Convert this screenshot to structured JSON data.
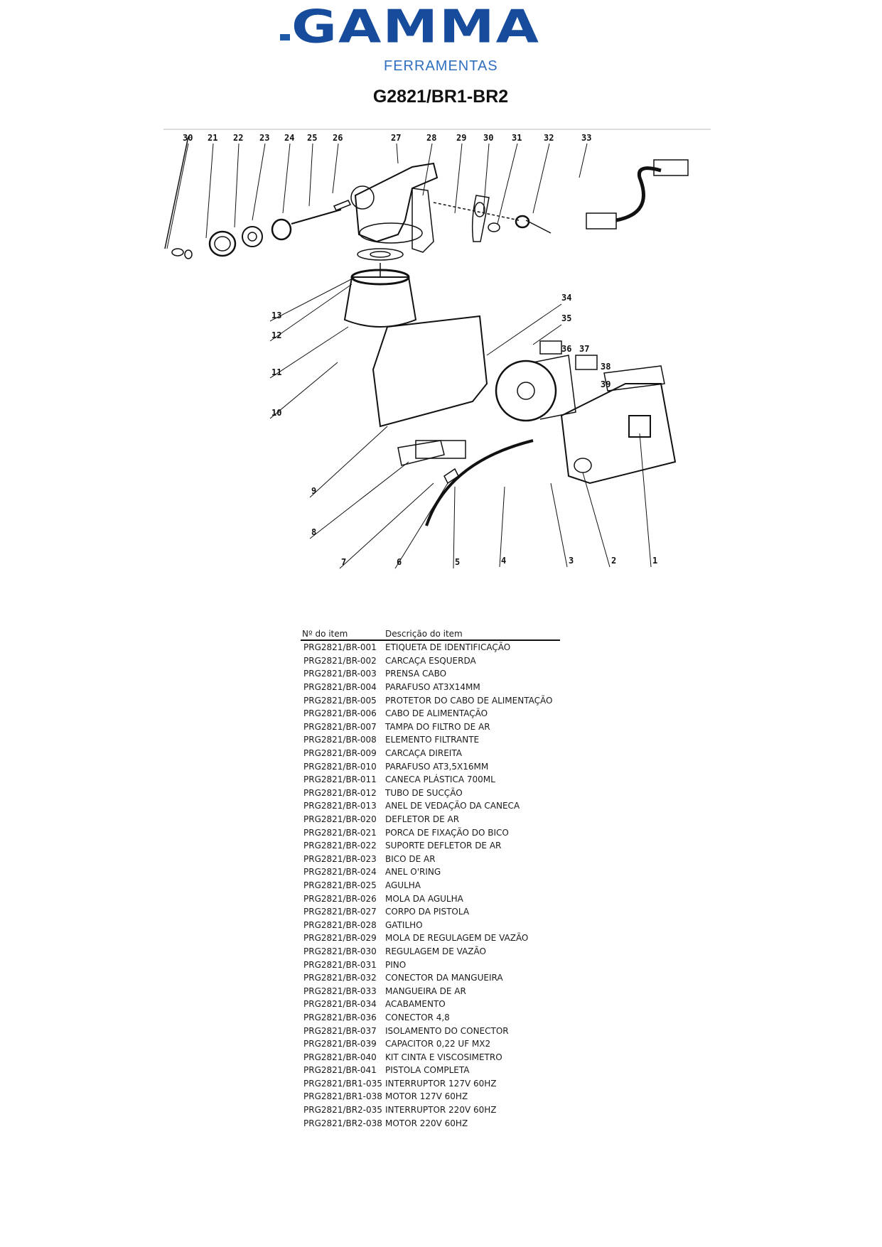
{
  "brand": {
    "name": "GAMMA",
    "subtitle": "FERRAMENTAS",
    "color": "#174c9c"
  },
  "model": "G2821/BR1-BR2",
  "diagram": {
    "callouts": [
      "30",
      "21",
      "22",
      "23",
      "24",
      "25",
      "26",
      "27",
      "28",
      "29",
      "30",
      "31",
      "32",
      "33",
      "13",
      "12",
      "11",
      "10",
      "9",
      "8",
      "7",
      "6",
      "5",
      "4",
      "3",
      "2",
      "1",
      "34",
      "35",
      "36",
      "37",
      "38",
      "39"
    ]
  },
  "table": {
    "header": {
      "item_no": "Nº do item",
      "description": "Descrição do item"
    },
    "rows": [
      {
        "code": "PRG2821/BR-001",
        "desc": "ETIQUETA DE IDENTIFICAÇÃO"
      },
      {
        "code": "PRG2821/BR-002",
        "desc": "CARCAÇA ESQUERDA"
      },
      {
        "code": "PRG2821/BR-003",
        "desc": "PRENSA CABO"
      },
      {
        "code": "PRG2821/BR-004",
        "desc": "PARAFUSO AT3X14MM"
      },
      {
        "code": "PRG2821/BR-005",
        "desc": "PROTETOR DO CABO DE ALIMENTAÇÃO"
      },
      {
        "code": "PRG2821/BR-006",
        "desc": "CABO DE ALIMENTAÇÃO"
      },
      {
        "code": "PRG2821/BR-007",
        "desc": "TAMPA DO FILTRO DE AR"
      },
      {
        "code": "PRG2821/BR-008",
        "desc": "ELEMENTO FILTRANTE"
      },
      {
        "code": "PRG2821/BR-009",
        "desc": "CARCAÇA DIREITA"
      },
      {
        "code": "PRG2821/BR-010",
        "desc": "PARAFUSO AT3,5X16MM"
      },
      {
        "code": "PRG2821/BR-011",
        "desc": "CANECA PLÁSTICA 700ML"
      },
      {
        "code": "PRG2821/BR-012",
        "desc": "TUBO DE SUCÇÃO"
      },
      {
        "code": "PRG2821/BR-013",
        "desc": "ANEL DE VEDAÇÃO DA CANECA"
      },
      {
        "code": "PRG2821/BR-020",
        "desc": "DEFLETOR DE AR"
      },
      {
        "code": "PRG2821/BR-021",
        "desc": "PORCA DE FIXAÇÃO DO BICO"
      },
      {
        "code": "PRG2821/BR-022",
        "desc": "SUPORTE DEFLETOR DE AR"
      },
      {
        "code": "PRG2821/BR-023",
        "desc": "BICO DE AR"
      },
      {
        "code": "PRG2821/BR-024",
        "desc": "ANEL O'RING"
      },
      {
        "code": "PRG2821/BR-025",
        "desc": "AGULHA"
      },
      {
        "code": "PRG2821/BR-026",
        "desc": "MOLA DA AGULHA"
      },
      {
        "code": "PRG2821/BR-027",
        "desc": "CORPO DA PISTOLA"
      },
      {
        "code": "PRG2821/BR-028",
        "desc": "GATILHO"
      },
      {
        "code": "PRG2821/BR-029",
        "desc": "MOLA DE REGULAGEM DE VAZÃO"
      },
      {
        "code": "PRG2821/BR-030",
        "desc": "REGULAGEM DE VAZÃO"
      },
      {
        "code": "PRG2821/BR-031",
        "desc": "PINO"
      },
      {
        "code": "PRG2821/BR-032",
        "desc": "CONECTOR DA MANGUEIRA"
      },
      {
        "code": "PRG2821/BR-033",
        "desc": "MANGUEIRA DE AR"
      },
      {
        "code": "PRG2821/BR-034",
        "desc": "ACABAMENTO"
      },
      {
        "code": "PRG2821/BR-036",
        "desc": "CONECTOR 4,8"
      },
      {
        "code": "PRG2821/BR-037",
        "desc": "ISOLAMENTO DO CONECTOR"
      },
      {
        "code": "PRG2821/BR-039",
        "desc": "CAPACITOR 0,22 UF MX2"
      },
      {
        "code": "PRG2821/BR-040",
        "desc": "KIT CINTA E VISCOSIMETRO"
      },
      {
        "code": "PRG2821/BR-041",
        "desc": "PISTOLA COMPLETA"
      },
      {
        "code": "PRG2821/BR1-035",
        "desc": "INTERRUPTOR 127V 60HZ"
      },
      {
        "code": "PRG2821/BR1-038",
        "desc": "MOTOR 127V 60HZ"
      },
      {
        "code": "PRG2821/BR2-035",
        "desc": "INTERRUPTOR 220V 60HZ"
      },
      {
        "code": "PRG2821/BR2-038",
        "desc": "MOTOR 220V 60HZ"
      }
    ]
  }
}
